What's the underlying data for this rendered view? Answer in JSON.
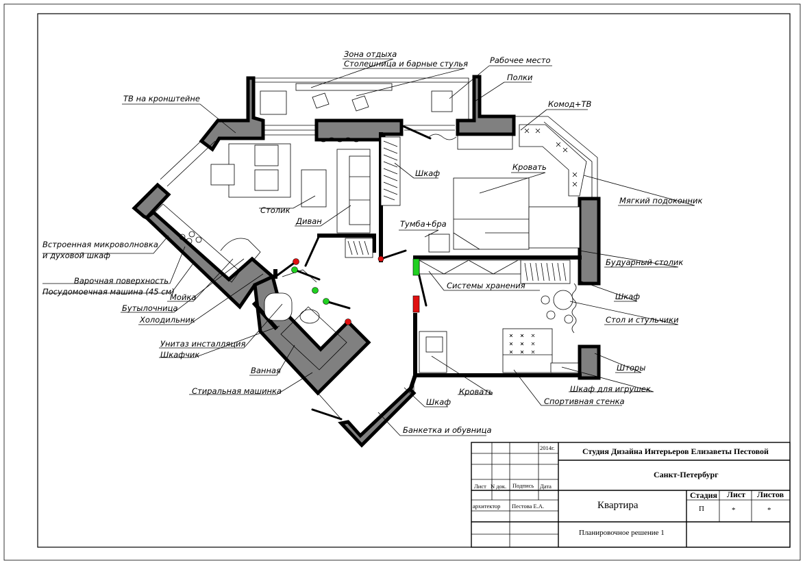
{
  "labels": {
    "rest_zone": "Зона отдыха",
    "counter_bar": "Столешница и барные стулья",
    "workplace": "Рабочее место",
    "shelves": "Полки",
    "dresser_tv": "Комод+ТВ",
    "tv_bracket": "ТВ на кронштейне",
    "wardrobe_1": "Шкаф",
    "bed_1": "Кровать",
    "soft_sill": "Мягкий подоконник",
    "coffee_table": "Столик",
    "sofa": "Диван",
    "nightstand": "Тумба+бра",
    "built_in": "Встроенная микроволновка",
    "oven": "и духовой шкаф",
    "vanity_table": "Будуарный столик",
    "hob": "Варочная поверхность",
    "dishwasher": "Посудомоечная машина (45 см)",
    "storage": "Системы хранения",
    "sink": "Мойка",
    "wardrobe_2": "Шкаф",
    "bottle_rack": "Бутылочница",
    "table_chairs": "Стол и стульчики",
    "fridge": "Холодильник",
    "toilet": "Унитаз инсталляция",
    "small_cabinet": "Шкафчик",
    "curtains": "Шторы",
    "bath": "Ванная",
    "toy_cabinet": "Шкаф для игрушек",
    "washer": "Стиральная машинка",
    "bed_2": "Кровать",
    "wardrobe_3": "Шкаф",
    "sport_wall": "Спортивная стенка",
    "bench_shoes": "Банкетка и обувница"
  },
  "title_block": {
    "year": "2014г.",
    "col_sheet": "Лист",
    "col_doc": "N док.",
    "col_sign": "Подпись",
    "col_date": "Дата",
    "role": "архитектор",
    "person": "Пестова Е.А.",
    "studio": "Студия Дизайна Интерьеров Елизаветы Пестовой",
    "city": "Санкт-Петербург",
    "object": "Квартира",
    "sheet_title": "Планировочное решение 1",
    "stage_h": "Стадия",
    "sheet_h": "Лист",
    "sheets_h": "Листов",
    "stage": "П",
    "sheet": "*",
    "sheets": "*"
  }
}
